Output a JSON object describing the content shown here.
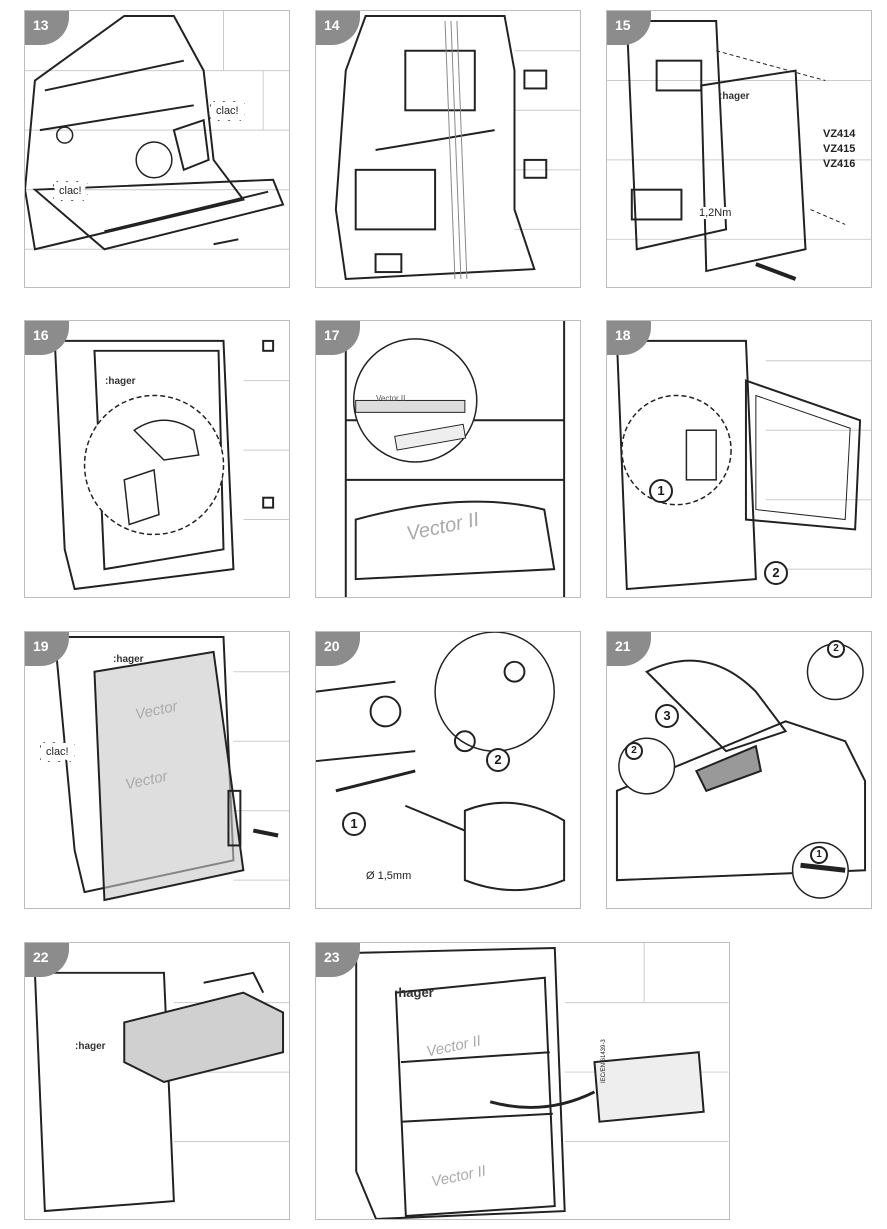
{
  "panels": [
    {
      "step": "13",
      "labels": {
        "clac_top": "clac!",
        "clac_left": "clac!"
      }
    },
    {
      "step": "14"
    },
    {
      "step": "15",
      "labels": {
        "vz414": "VZ414",
        "vz415": "VZ415",
        "vz416": "VZ416",
        "torque": "1,2Nm",
        "brand": ":hager"
      }
    },
    {
      "step": "16",
      "labels": {
        "brand": ":hager"
      }
    },
    {
      "step": "17",
      "labels": {
        "vector": "Vector II",
        "tag": "Vector II"
      }
    },
    {
      "step": "18",
      "labels": {
        "n1": "1",
        "n2": "2"
      }
    },
    {
      "step": "19",
      "labels": {
        "brand": ":hager",
        "clac": "clac!",
        "vector1": "Vector",
        "vector2": "Vector"
      }
    },
    {
      "step": "20",
      "labels": {
        "n1": "1",
        "n2": "2",
        "drill": "Ø 1,5mm"
      }
    },
    {
      "step": "21",
      "labels": {
        "n1": "1",
        "n2a": "2",
        "n2b": "2",
        "n3": "3"
      }
    },
    {
      "step": "22",
      "labels": {
        "brand": ":hager"
      }
    },
    {
      "step": "23",
      "labels": {
        "brand": ":hager",
        "vector1": "Vector II",
        "vector2": "Vector II",
        "norm": "IEC/EN 61439-3"
      }
    }
  ]
}
